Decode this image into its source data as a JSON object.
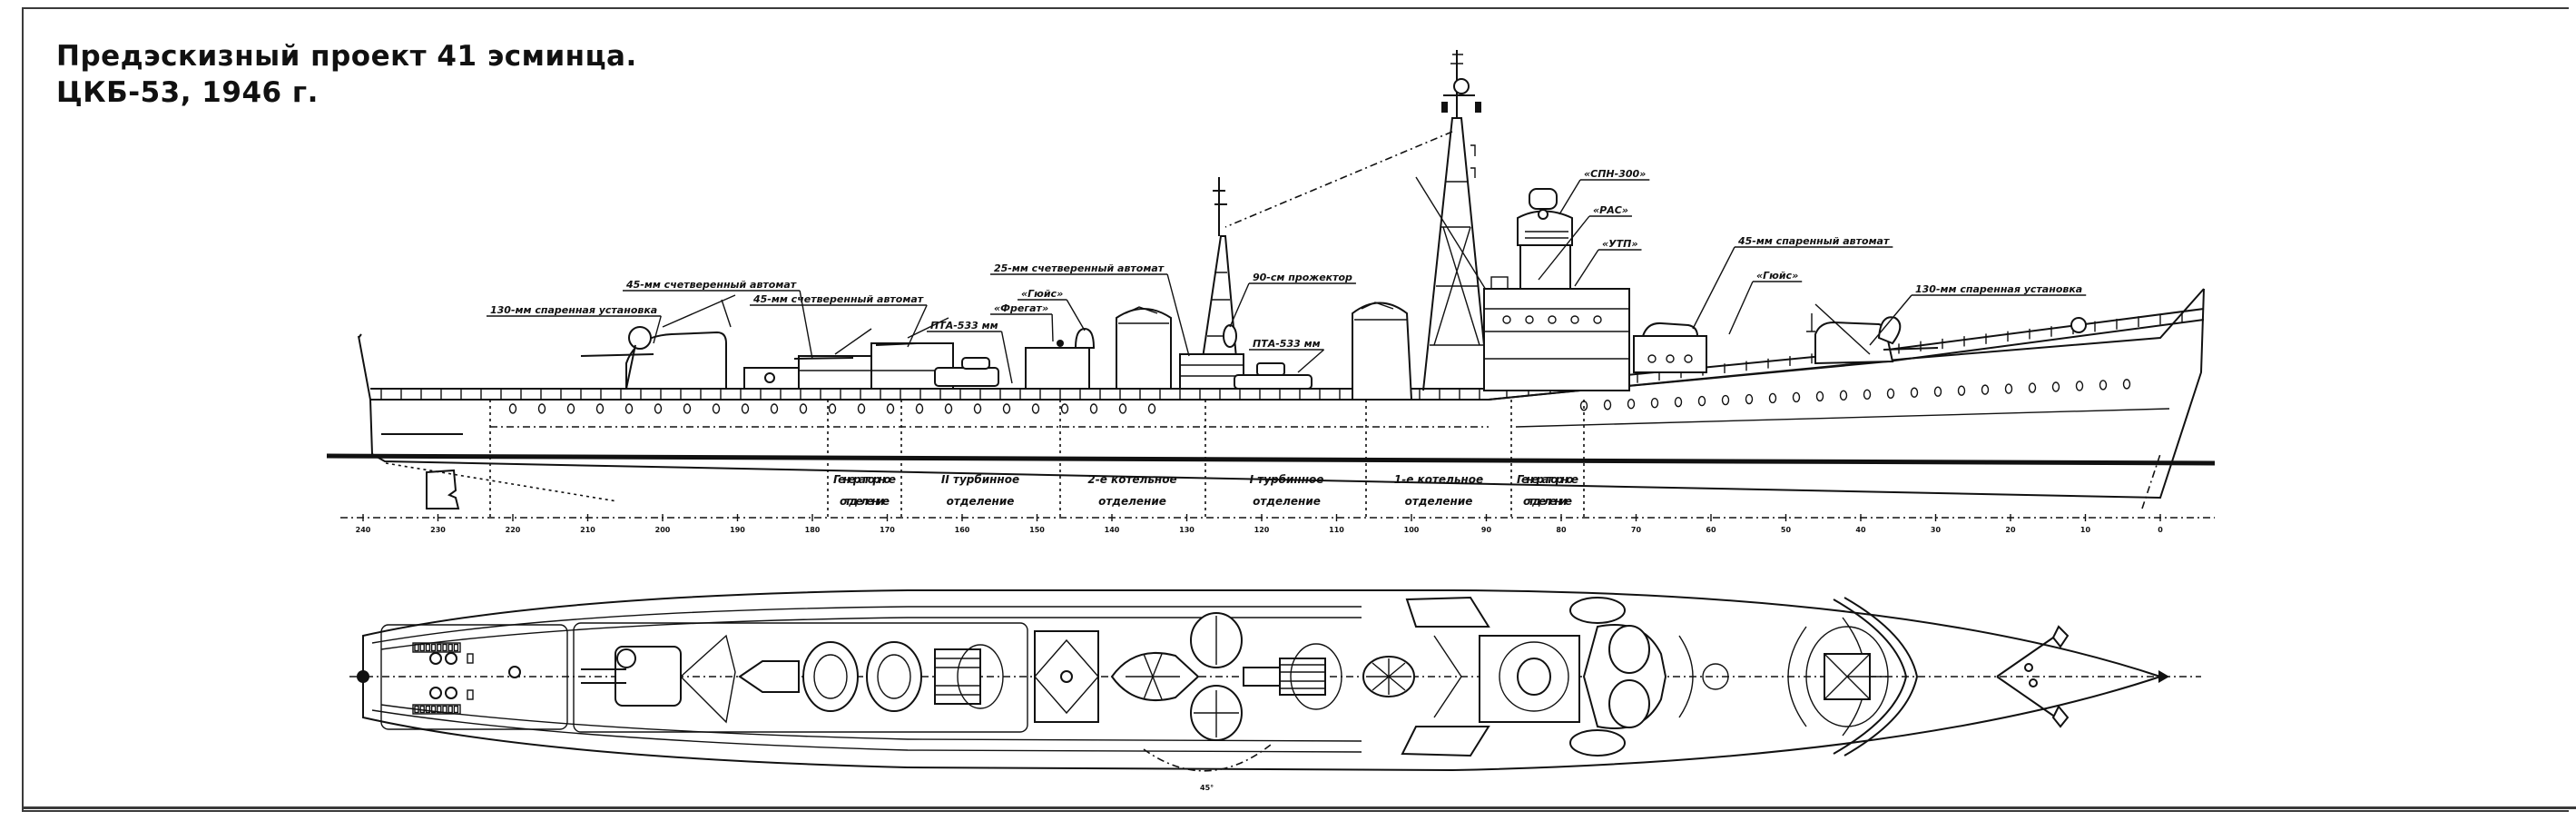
{
  "title": {
    "line1": "Предэскизный проект 41 эсминца.",
    "line2": "ЦКБ-53, 1946 г."
  },
  "profile_labels": [
    {
      "id": "main-gun-aft",
      "text": "130-мм спаренная установка"
    },
    {
      "id": "aa-45-aft-1",
      "text": "45-мм счетверенный автомат"
    },
    {
      "id": "aa-45-aft-2",
      "text": "45-мм счетверенный автомат"
    },
    {
      "id": "torpedo-aft",
      "text": "ПТА-533 мм"
    },
    {
      "id": "fire-control-aft",
      "text": "«Фрегат»"
    },
    {
      "id": "radar-aft",
      "text": "«Гюйс»"
    },
    {
      "id": "aa-25",
      "text": "25-мм счетверенный автомат"
    },
    {
      "id": "searchlight",
      "text": "90-см прожектор"
    },
    {
      "id": "torpedo-mid",
      "text": "ПТА-533 мм"
    },
    {
      "id": "director",
      "text": "«СПН-300»"
    },
    {
      "id": "ras",
      "text": "«РАС»"
    },
    {
      "id": "utp",
      "text": "«УТП»"
    },
    {
      "id": "aa-45-fwd",
      "text": "45-мм спаренный автомат"
    },
    {
      "id": "radar-fwd",
      "text": "«Гюйс»"
    },
    {
      "id": "main-gun-fwd",
      "text": "130-мм спаренная установка"
    }
  ],
  "compartments": [
    {
      "line1": "Генераторное",
      "line2": "отделение"
    },
    {
      "line1": "II турбинное",
      "line2": "отделение"
    },
    {
      "line1": "2-е котельное",
      "line2": "отделение"
    },
    {
      "line1": "I турбинное",
      "line2": "отделение"
    },
    {
      "line1": "1-е котельное",
      "line2": "отделение"
    },
    {
      "line1": "Генераторное",
      "line2": "отделение"
    }
  ],
  "frame_numbers": [
    "240",
    "230",
    "220",
    "210",
    "200",
    "190",
    "180",
    "170",
    "160",
    "150",
    "140",
    "130",
    "120",
    "110",
    "100",
    "90",
    "80",
    "70",
    "60",
    "50",
    "40",
    "30",
    "20",
    "10",
    "0"
  ],
  "plan_labels": {
    "arc_angle": "45°"
  },
  "colors": {
    "ink": "#111111",
    "paper": "#ffffff",
    "frame": "#3a3a3a"
  }
}
